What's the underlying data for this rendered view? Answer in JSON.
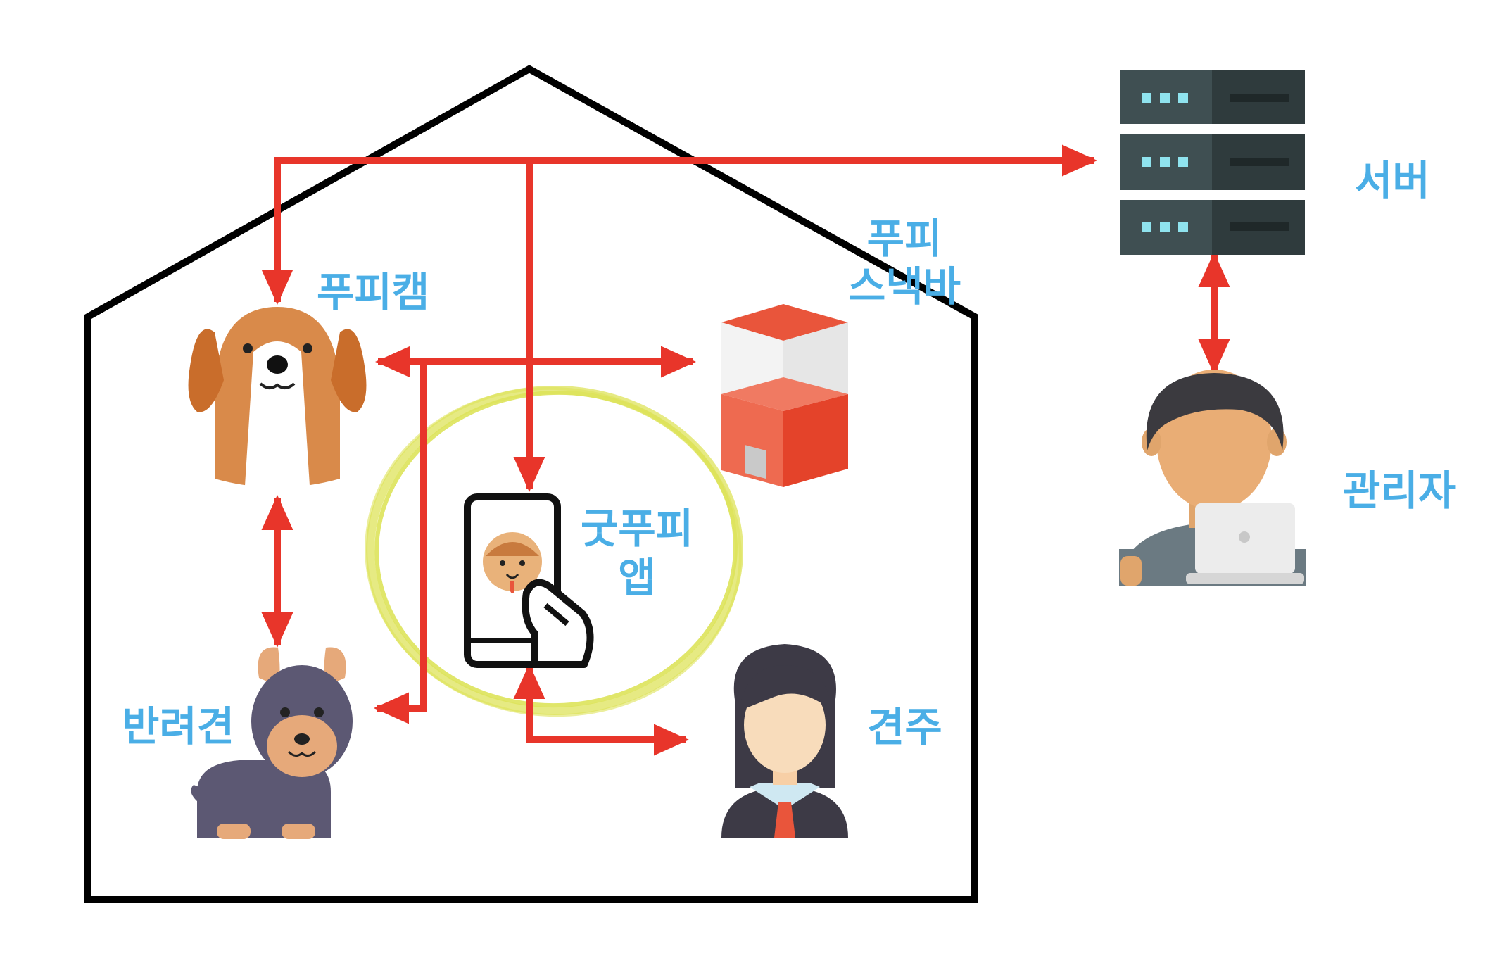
{
  "labels": {
    "cam": "푸피캠",
    "snackbar_line1": "푸피",
    "snackbar_line2": "스낵바",
    "app_line1": "굿푸피",
    "app_line2": "앱",
    "dog": "반려견",
    "owner": "견주",
    "server": "서버",
    "admin": "관리자"
  },
  "colors": {
    "label": "#4aaee6",
    "arrow": "#e8352a",
    "house": "#000000",
    "highlight": "#dde35a"
  },
  "icons": {
    "cam": "puppy-cam-dog-icon",
    "snackbar": "snack-dispenser-icon",
    "app": "phone-app-icon",
    "dog": "doberman-dog-icon",
    "owner": "owner-woman-icon",
    "server": "server-rack-icon",
    "admin": "admin-laptop-icon"
  }
}
